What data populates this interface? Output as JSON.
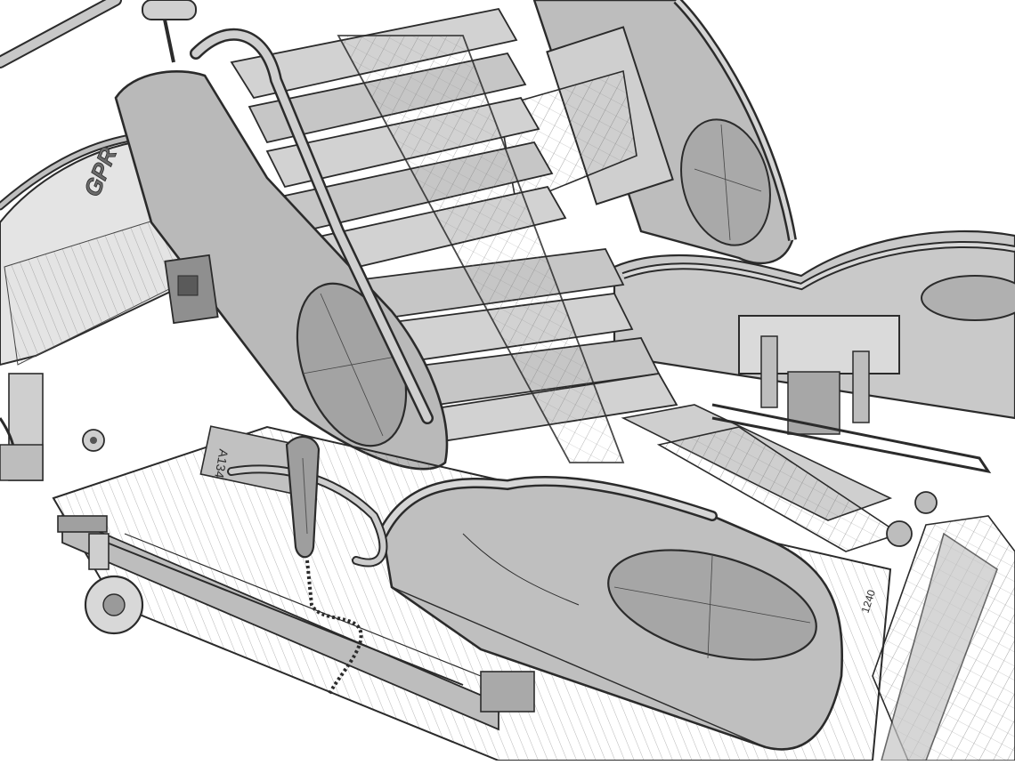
{
  "drawing": {
    "subject": "hospital-bed-wireframe-render",
    "colors": {
      "background": "#ffffff",
      "panel_fill": "#bdbdbd",
      "panel_fill_light": "#d6d6d6",
      "panel_fill_dark": "#9a9a9a",
      "stroke": "#2b2b2b",
      "wire": "#555555"
    }
  },
  "labels": {
    "headboard_logo": "GPR",
    "motor_marking": "A134",
    "frame_marking": "1240"
  }
}
